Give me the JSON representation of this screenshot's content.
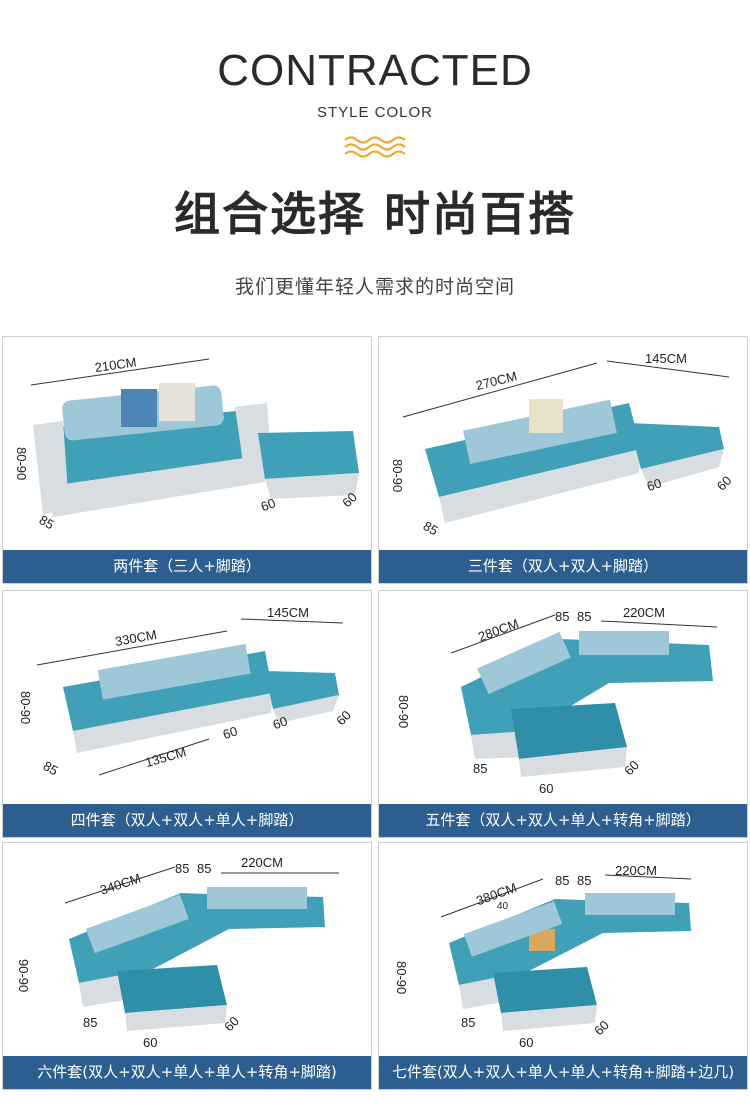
{
  "header": {
    "title": "CONTRACTED",
    "subtitle": "STYLE COLOR",
    "headline": "组合选择 时尚百搭",
    "tagline": "我们更懂年轻人需求的时尚空间",
    "accent_color": "#f0a830"
  },
  "colors": {
    "caption_bg": "#2c5f8f",
    "sofa_seat": "#3fa0b8",
    "sofa_base": "#d7dde0"
  },
  "panels": [
    {
      "caption": "两件套（三人+脚踏）",
      "dims": [
        "210CM",
        "80-90",
        "85",
        "60",
        "60"
      ]
    },
    {
      "caption": "三件套（双人+双人+脚踏）",
      "dims": [
        "270CM",
        "145CM",
        "80-90",
        "85",
        "60",
        "60"
      ]
    },
    {
      "caption": "四件套（双人+双人+单人+脚踏）",
      "dims": [
        "330CM",
        "145CM",
        "80-90",
        "85",
        "135CM",
        "60",
        "60",
        "60"
      ]
    },
    {
      "caption": "五件套（双人+双人+单人+转角+脚踏）",
      "dims": [
        "280CM",
        "85",
        "85",
        "220CM",
        "80-90",
        "85",
        "60",
        "60"
      ]
    },
    {
      "caption": "六件套(双人+双人+单人+单人+转角+脚踏)",
      "dims": [
        "340CM",
        "85",
        "85",
        "220CM",
        "90-90",
        "85",
        "60",
        "60"
      ]
    },
    {
      "caption": "七件套(双人+双人+单人+单人+转角+脚踏+边几)",
      "dims": [
        "380CM",
        "85",
        "85",
        "220CM",
        "40",
        "80-90",
        "85",
        "60",
        "60"
      ]
    }
  ]
}
